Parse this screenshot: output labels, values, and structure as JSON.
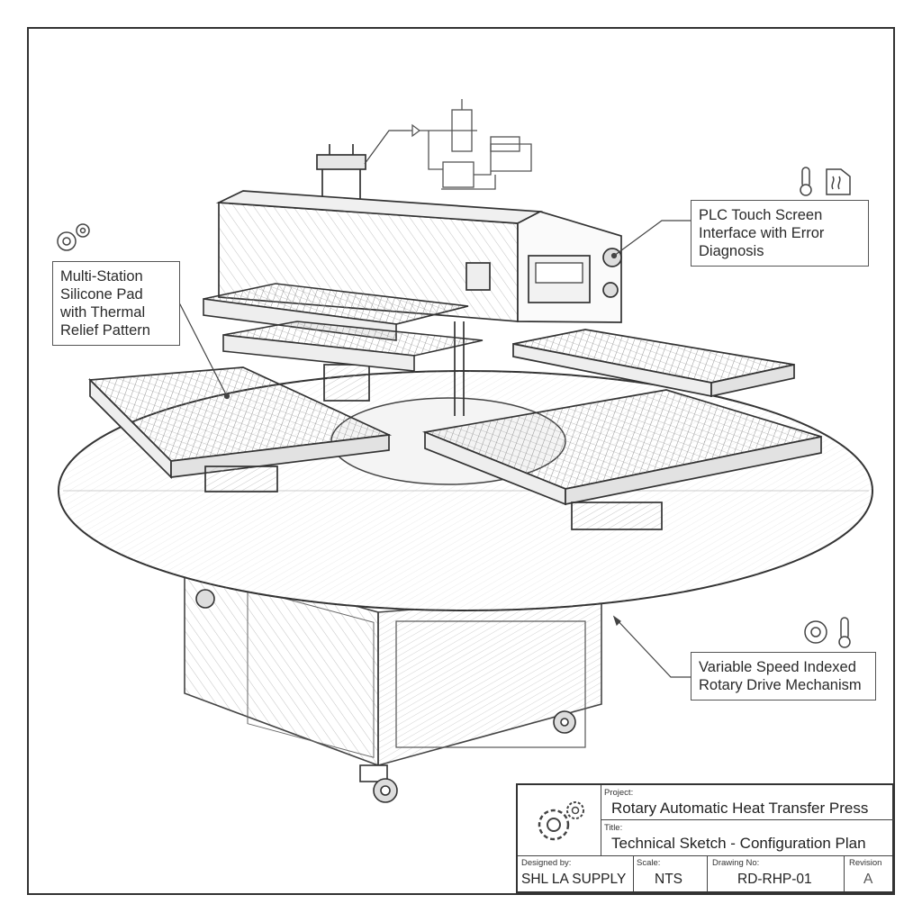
{
  "callouts": {
    "pad": [
      "Multi-Station",
      "Silicone Pad",
      "with Thermal",
      "Relief Pattern"
    ],
    "plc": [
      "PLC Touch Screen",
      "Interface with Error",
      "Diagnosis"
    ],
    "drive": [
      "Variable Speed Indexed",
      "Rotary Drive Mechanism"
    ]
  },
  "title_block": {
    "project_label": "Project:",
    "project_value": "Rotary Automatic Heat Transfer Press",
    "title_label": "Title:",
    "title_value": "Technical Sketch - Configuration Plan",
    "designed_label": "Designed by:",
    "designed_value": "SHL LA SUPPLY",
    "scale_label": "Scale:",
    "scale_value": "NTS",
    "drawing_label": "Drawing No:",
    "drawing_value": "RD-RHP-01",
    "revision_label": "Revision",
    "revision_value": "A"
  },
  "icons": [
    "gears-icon",
    "thermometer-icon",
    "heat-icon",
    "gear-icon"
  ],
  "colors": {
    "ink": "#333333",
    "hatch": "#9a9a9a",
    "paper": "#ffffff"
  }
}
